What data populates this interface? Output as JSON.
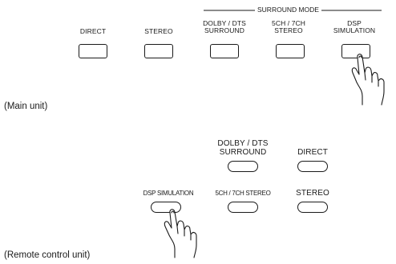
{
  "main_unit": {
    "group_label": "SURROUND MODE",
    "buttons": [
      {
        "label_lines": [
          "DIRECT"
        ]
      },
      {
        "label_lines": [
          "STEREO"
        ]
      },
      {
        "label_lines": [
          "DOLBY / DTS",
          "SURROUND"
        ]
      },
      {
        "label_lines": [
          "5CH / 7CH",
          "STEREO"
        ]
      },
      {
        "label_lines": [
          "DSP",
          "SIMULATION"
        ]
      }
    ],
    "caption": "(Main unit)"
  },
  "remote_unit": {
    "buttons": [
      {
        "label_lines": [
          "DOLBY / DTS",
          "SURROUND"
        ]
      },
      {
        "label_lines": [
          "DIRECT"
        ]
      },
      {
        "label_lines": [
          "DSP SIMULATION"
        ]
      },
      {
        "label_lines": [
          "5CH / 7CH STEREO"
        ]
      },
      {
        "label_lines": [
          "STEREO"
        ]
      }
    ],
    "caption": "(Remote control unit)"
  }
}
